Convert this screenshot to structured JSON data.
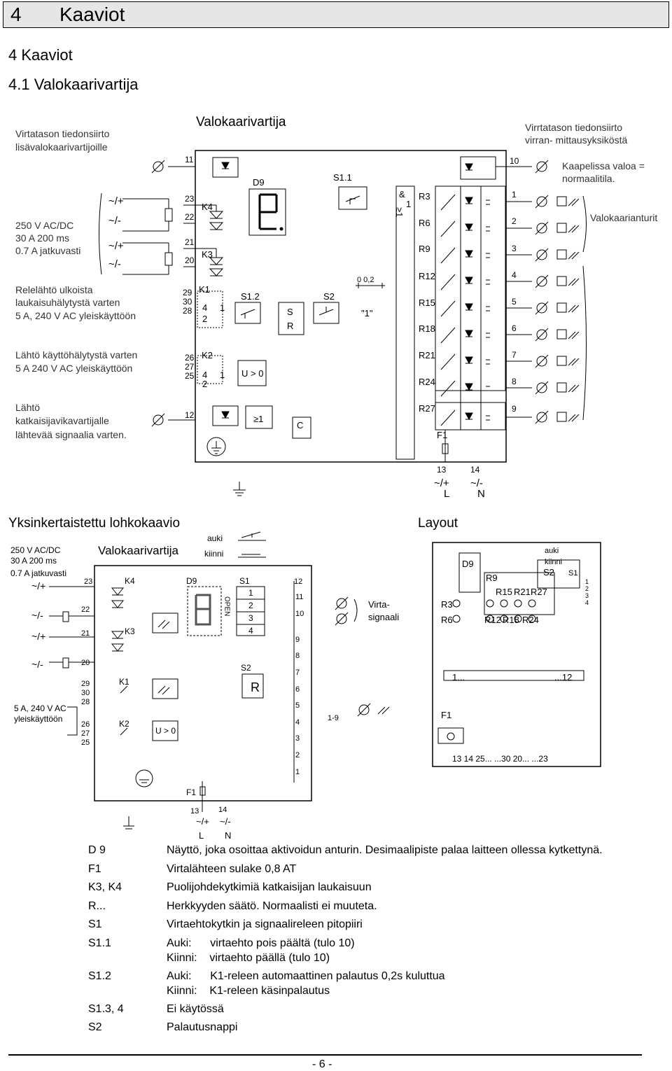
{
  "header": {
    "number": "4",
    "title": "Kaaviot"
  },
  "headings": {
    "section": "4  Kaaviot",
    "subsection": "4.1 Valokaarivartija",
    "simplified": "Yksinkertaistettu lohkokaavio",
    "layout": "Layout"
  },
  "top_diagram": {
    "title": "Valokaarivartija",
    "left_labels": {
      "transfer": [
        "Virtatason tiedonsiirto",
        "lisävalokaarivartijoille"
      ],
      "supply": [
        "250 V AC/DC",
        "30 A 200 ms",
        "0.7 A jatkuvasti"
      ],
      "relay_trip": [
        "Relelähtö ulkoista",
        "laukaisuhälytystä varten",
        "5 A, 240 V AC yleiskäyttöön"
      ],
      "fault_out": [
        "Lähtö käyttöhälytystä varten",
        "5 A 240 V AC yleiskäyttöön"
      ],
      "breaker_out": [
        "Lähtö",
        "katkaisijavikavartijalle",
        "lähtevää signaalia varten."
      ]
    },
    "right_labels": {
      "transfer": [
        "Virrtatason tiedonsiirto",
        "virran- mittausyksiköstä"
      ],
      "cable": [
        "Kaapelissa valoa =",
        "normaalitila."
      ],
      "sensors": "Valokaarianturit"
    },
    "terminals_left": [
      "11",
      "23",
      "22",
      "21",
      "20",
      "29",
      "30",
      "28",
      "26",
      "27",
      "25",
      "12"
    ],
    "terminals_right": [
      "10",
      "1",
      "2",
      "3",
      "4",
      "5",
      "6",
      "7",
      "8",
      "9"
    ],
    "terminals_bottom": [
      "13",
      "14"
    ],
    "supply_marks": [
      "~/+",
      "~/-",
      "L",
      "N"
    ],
    "components": {
      "display": "D9",
      "k4": "K4",
      "k3": "K3",
      "k1": "K1",
      "k2": "K2",
      "s11": "S1.1",
      "s12": "S1.2",
      "s2": "S2",
      "and_gate": "&",
      "and_in": "1",
      "ge": "≥1",
      "or_gate": "≥1",
      "timer": "0   0,2",
      "one": "\"1\"",
      "umon": "U > 0",
      "clock": "C",
      "fuse": "F1",
      "sr_s": "S",
      "sr_r": "R",
      "relay_pins": [
        "4",
        "1",
        "2"
      ],
      "pots": [
        "R3",
        "R6",
        "R9",
        "R12",
        "R15",
        "R18",
        "R21",
        "R24",
        "R27"
      ]
    }
  },
  "simplified_diagram": {
    "title": "Valokaarivartija",
    "supply": [
      "250 V AC/DC",
      "30 A 200 ms",
      "0.7 A jatkuvasti"
    ],
    "relay": [
      "5 A, 240 V AC",
      "yleiskäyttöön"
    ],
    "auki": "auki",
    "kiinni": "kiinni",
    "terminals_left": [
      "23",
      "22",
      "21",
      "20",
      "29",
      "30",
      "28",
      "26",
      "27",
      "25"
    ],
    "terminals_right": [
      "12",
      "11",
      "10",
      "9",
      "8",
      "7",
      "6",
      "5",
      "4",
      "3",
      "2",
      "1"
    ],
    "range": "1-9",
    "virta": [
      "Virta-",
      "signaali"
    ],
    "components": {
      "k4": "K4",
      "k3": "K3",
      "k1": "K1",
      "k2": "K2",
      "d9": "D9",
      "s1": "S1",
      "s2": "S2",
      "open": "OPEN",
      "s1_pins": [
        "1",
        "2",
        "3",
        "4"
      ],
      "s2_mark": "R",
      "umon": "U > 0",
      "fuse": "F1"
    },
    "bottom": [
      "13",
      "14",
      "L",
      "N"
    ]
  },
  "layout_diagram": {
    "auki": "auki",
    "kiinni": "kiinni",
    "labels": [
      "D9",
      "R9",
      "R15",
      "R21",
      "R27",
      "R3",
      "R6",
      "R12",
      "R18",
      "R24",
      "S2",
      "S1",
      "F1"
    ],
    "s1_pins": [
      "1",
      "2",
      "3",
      "4"
    ],
    "rail_left": "1...",
    "rail_right": "...12",
    "bottom": "13 14  25...     ...30 20...    ...23"
  },
  "legend": [
    {
      "key": "D 9",
      "lines": [
        "Näyttö, joka osoittaa aktivoidun anturin. Desimaalipiste palaa laitteen ollessa kytkettynä."
      ]
    },
    {
      "key": "F1",
      "lines": [
        "Virtalähteen sulake 0,8 AT"
      ]
    },
    {
      "key": "K3, K4",
      "lines": [
        "Puolijohdekytkimiä katkaisijan laukaisuun"
      ]
    },
    {
      "key": "R...",
      "lines": [
        "Herkkyyden säätö. Normaalisti ei muuteta."
      ]
    },
    {
      "key": "S1",
      "lines": [
        "Virtaehtokytkin ja signaalireleen pitopiiri"
      ]
    },
    {
      "key": "S1.1",
      "lines": [
        "Auki:      virtaehto pois päältä (tulo 10)",
        "Kiinni:    virtaehto päällä (tulo 10)"
      ]
    },
    {
      "key": "S1.2",
      "lines": [
        "Auki:      K1-releen automaattinen palautus 0,2s kuluttua",
        "Kiinni:    K1-releen käsinpalautus"
      ]
    },
    {
      "key": "S1.3, 4",
      "lines": [
        "Ei käytössä"
      ]
    },
    {
      "key": "S2",
      "lines": [
        "Palautusnappi"
      ]
    }
  ],
  "footer": "- 6 -"
}
